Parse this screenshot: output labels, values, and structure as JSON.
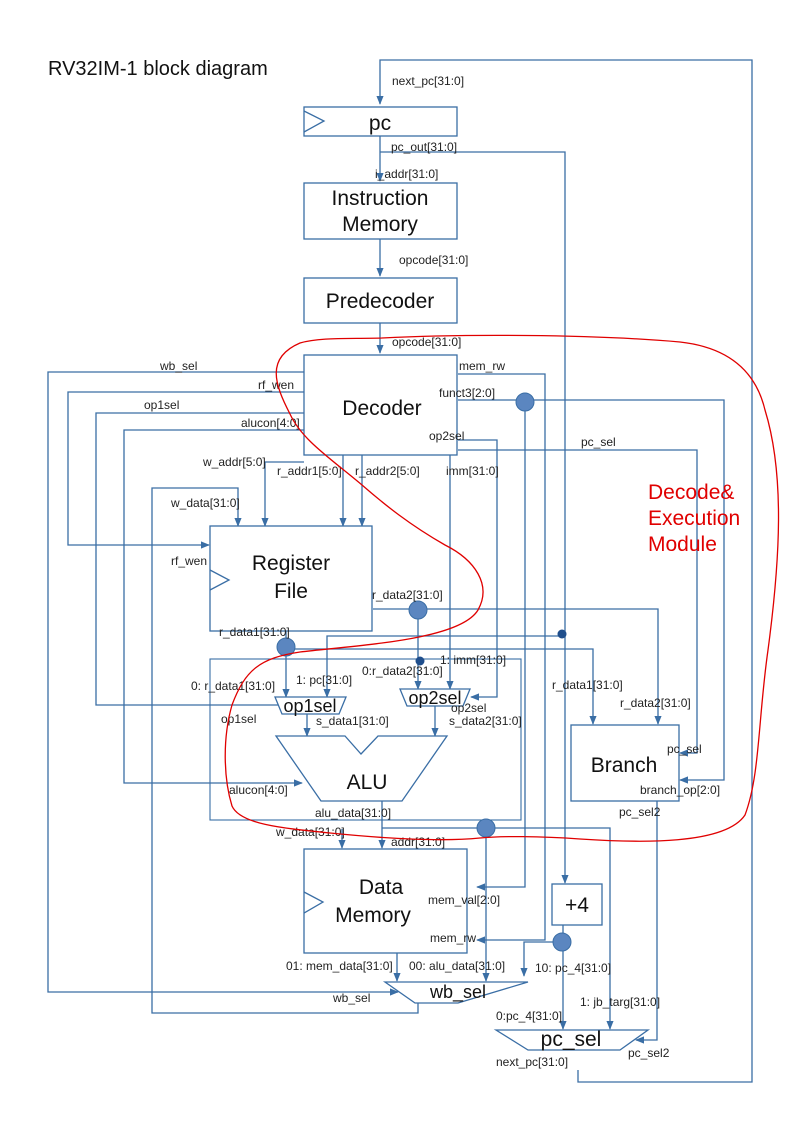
{
  "title": "RV32IM-1 block diagram",
  "module_label": [
    "Decode&",
    "Execution",
    "Module"
  ],
  "blocks": {
    "pc": "pc",
    "imem": [
      "Instruction",
      "Memory"
    ],
    "predecoder": "Predecoder",
    "decoder": "Decoder",
    "regfile": [
      "Register",
      "File"
    ],
    "op1sel": "op1sel",
    "op2sel": "op2sel",
    "alu": "ALU",
    "branch": "Branch",
    "dmem": [
      "Data",
      "Memory"
    ],
    "plus4": "+4",
    "wb_sel": "wb_sel",
    "pc_sel": "pc_sel"
  },
  "signals": {
    "next_pc_top": "next_pc[31:0]",
    "pc_out": "pc_out[31:0]",
    "i_addr": "i_addr[31:0]",
    "opcode1": "opcode[31:0]",
    "opcode2": "opcode[31:0]",
    "wb_sel": "wb_sel",
    "mem_rw": "mem_rw",
    "rf_wen": "rf_wen",
    "funct3": "funct3[2:0]",
    "op1sel": "op1sel",
    "alucon": "alucon[4:0]",
    "op2sel": "op2sel",
    "pc_sel": "pc_sel",
    "w_addr": "w_addr[5:0]",
    "r_addr1": "r_addr1[5:0]",
    "r_addr2": "r_addr2[5:0]",
    "imm": "imm[31:0]",
    "w_data_rf": "w_data[31:0]",
    "rf_wen_in": "rf_wen",
    "r_data2_out": "r_data2[31:0]",
    "r_data1_out": "r_data1[31:0]",
    "op1_in1": "1: pc[31:0]",
    "op1_in0": "0: r_data1[31:0]",
    "op2_in0": "0:r_data2[31:0]",
    "op2_in1": "1: imm[31:0]",
    "op2sel_in": "op2sel",
    "op1sel_in": "op1sel",
    "s_data1": "s_data1[31:0]",
    "s_data2": "s_data2[31:0]",
    "alucon_in": "alucon[4:0]",
    "alu_data": "alu_data[31:0]",
    "br_rdata1": "r_data1[31:0]",
    "br_rdata2": "r_data2[31:0]",
    "br_pcsel": "pc_sel",
    "branch_op": "branch_op[2:0]",
    "pc_sel2_out": "pc_sel2",
    "w_data_dm": "w_data[31:0]",
    "addr": "addr[31:0]",
    "mem_val": "mem_val[2:0]",
    "mem_rw_in": "mem_rw",
    "wb_in01": "01: mem_data[31:0]",
    "wb_in00": "00: alu_data[31:0]",
    "wb_in10": "10: pc_4[31:0]",
    "wb_sel_in": "wb_sel",
    "jb_targ": "1: jb_targ[31:0]",
    "pc4_in": "0:pc_4[31:0]",
    "pc_sel2_in": "pc_sel2",
    "next_pc_bottom": "next_pc[31:0]"
  },
  "colors": {
    "wire": "#3a6ea5",
    "junction": "#5b86c0",
    "module_outline": "#e00000"
  }
}
